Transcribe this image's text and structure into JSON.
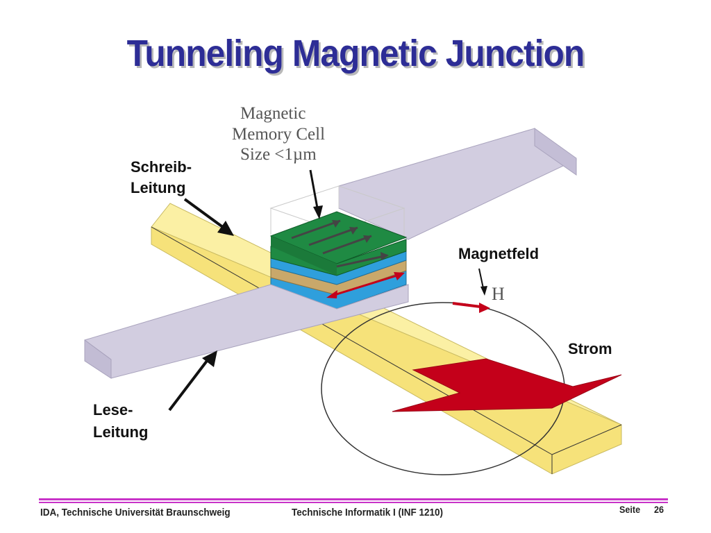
{
  "slide": {
    "title": "Tunneling Magnetic Junction"
  },
  "diagram": {
    "cell_label": [
      "Magnetic",
      "Memory Cell",
      "Size <1µm"
    ],
    "write_line_label": [
      "Schreib-",
      "Leitung"
    ],
    "read_line_label": [
      "Lese-",
      "Leitung"
    ],
    "field_label": "Magnetfeld",
    "field_symbol": "H",
    "current_label": "Strom",
    "colors": {
      "write_line": "#fbf0a4",
      "read_line": "#d2cde0",
      "top_layer": "#1f8a43",
      "middle_layer": "#c9a86a",
      "bottom_layer": "#2f9fdc",
      "arrow": "#c4001a",
      "accent_line": "#c832c8"
    }
  },
  "footer": {
    "left": "IDA, Technische Universität Braunschweig",
    "center": "Technische Informatik I (INF 1210)",
    "page_label": "Seite",
    "page_number": "26"
  }
}
